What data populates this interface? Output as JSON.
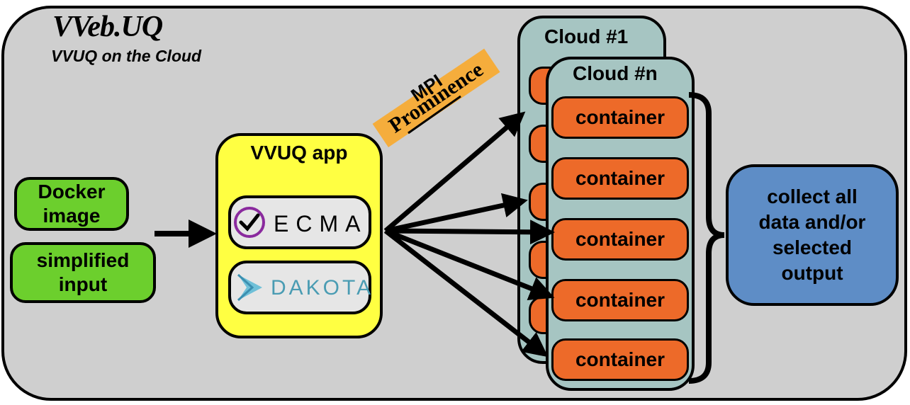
{
  "header": {
    "title": "VVeb.UQ",
    "subtitle": "VVUQ on the Cloud"
  },
  "inputs": {
    "docker": "Docker image",
    "simplified": "simplified input"
  },
  "app": {
    "label": "VVUQ app",
    "ecma_logo": "ECMA",
    "dakota_logo": "DAKOTA"
  },
  "transport": {
    "struck_label": "MPI",
    "label": "Prominence"
  },
  "clouds": {
    "first": "Cloud #1",
    "last": "Cloud #n"
  },
  "containers": [
    "container",
    "container",
    "container",
    "container",
    "container"
  ],
  "output": {
    "label": "collect all data and/or selected output"
  },
  "colors": {
    "background": "#cfcfcf",
    "inputs": "#6ccf2d",
    "app": "#ffff42",
    "cloud": "#a6c5c2",
    "container": "#ed6a29",
    "output": "#5e8dc6",
    "banner": "#f5ad3c",
    "ecma_ring": "#8a2a9e",
    "dakota": "#4a9cb3"
  }
}
